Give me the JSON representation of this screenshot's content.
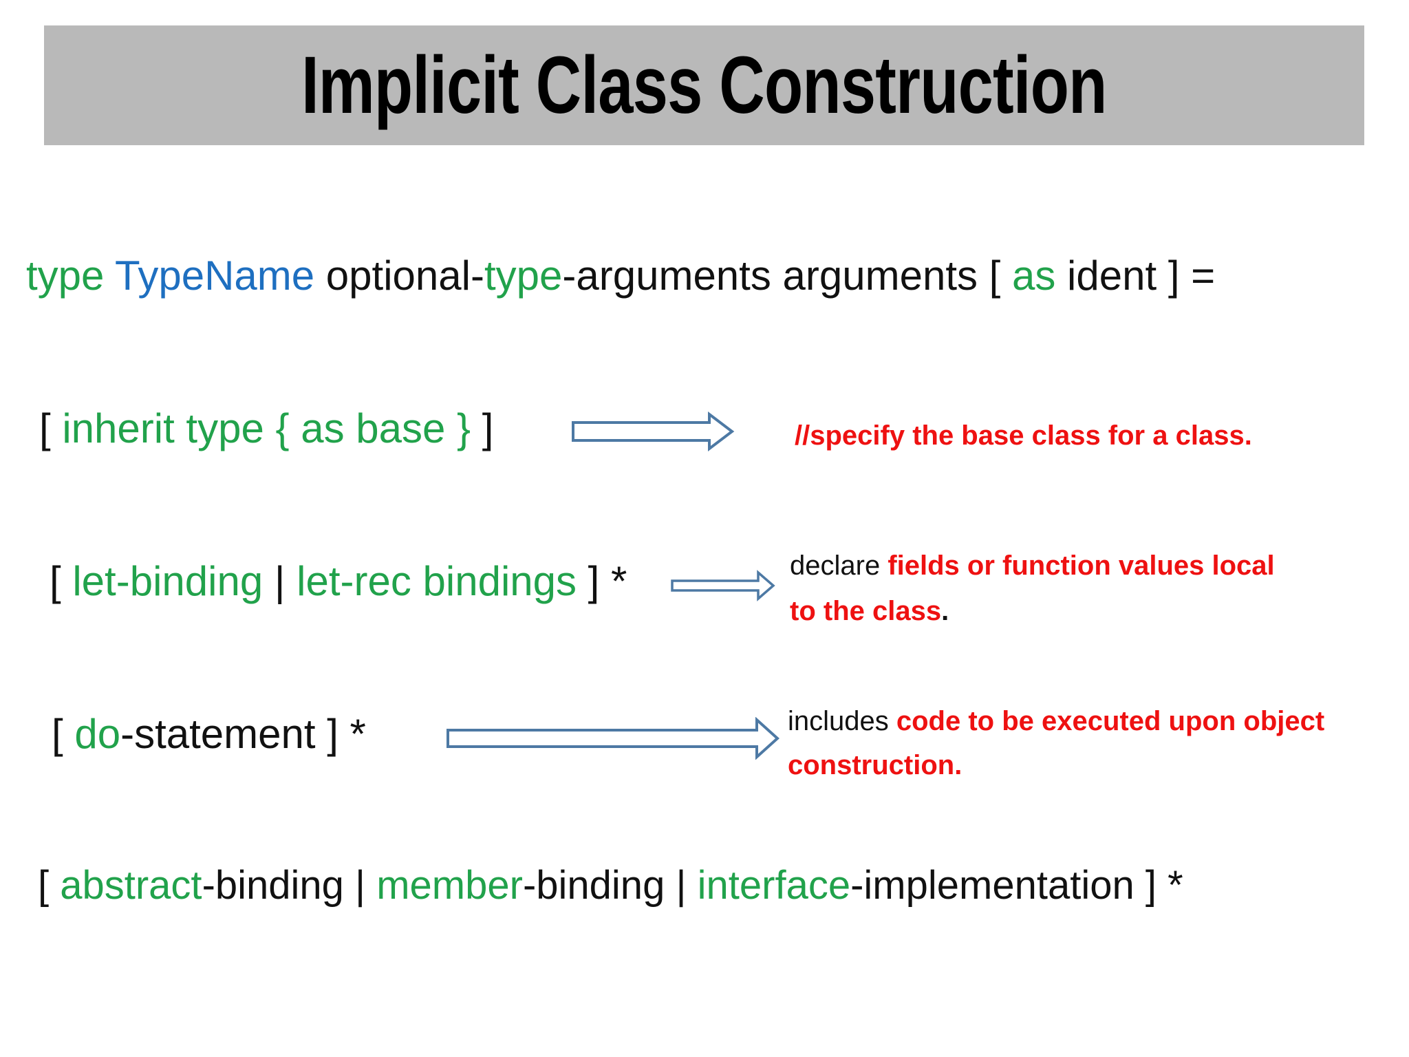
{
  "title": "Implicit Class Construction",
  "colors": {
    "green": "#21a24b",
    "blue": "#1e6fc0",
    "red": "#ee1111",
    "black": "#111111",
    "arrow_stroke": "#4d79a4",
    "title_bg": "#b9b9b9",
    "title_text": "#000000"
  },
  "lines": {
    "declaration": [
      {
        "text": "type ",
        "color": "green"
      },
      {
        "text": "TypeName",
        "color": "blue"
      },
      {
        "text": " optional-",
        "color": "black"
      },
      {
        "text": "type",
        "color": "green"
      },
      {
        "text": "-arguments arguments [ ",
        "color": "black"
      },
      {
        "text": "as",
        "color": "green"
      },
      {
        "text": " ident ] =",
        "color": "black"
      }
    ],
    "inherit": [
      {
        "text": "[ ",
        "color": "black"
      },
      {
        "text": "inherit type { as base }",
        "color": "green"
      },
      {
        "text": " ]",
        "color": "black"
      }
    ],
    "let_bindings": [
      {
        "text": "[ ",
        "color": "black"
      },
      {
        "text": "let-binding",
        "color": "green"
      },
      {
        "text": " | ",
        "color": "black"
      },
      {
        "text": "let-rec bindings",
        "color": "green"
      },
      {
        "text": " ] *",
        "color": "black"
      }
    ],
    "do_statement": [
      {
        "text": "[ ",
        "color": "black"
      },
      {
        "text": "do",
        "color": "green"
      },
      {
        "text": "-statement ] *",
        "color": "black"
      }
    ],
    "members": [
      {
        "text": "[ ",
        "color": "black"
      },
      {
        "text": "abstract",
        "color": "green"
      },
      {
        "text": "-binding | ",
        "color": "black"
      },
      {
        "text": "member",
        "color": "green"
      },
      {
        "text": "-binding | ",
        "color": "black"
      },
      {
        "text": "interface",
        "color": "green"
      },
      {
        "text": "-implementation ] *",
        "color": "black"
      }
    ]
  },
  "annotations": {
    "inherit_note": [
      {
        "text": "//specify the base class for a class.",
        "color": "red",
        "bold": true
      }
    ],
    "let_note": [
      {
        "text": "declare ",
        "color": "black"
      },
      {
        "text": "fields or function values local\nto the class",
        "color": "red",
        "bold": true
      },
      {
        "text": ".",
        "color": "black",
        "bold": true
      }
    ],
    "do_note": [
      {
        "text": "includes ",
        "color": "black"
      },
      {
        "text": "code to be executed upon object\nconstruction.",
        "color": "red",
        "bold": true
      }
    ]
  }
}
